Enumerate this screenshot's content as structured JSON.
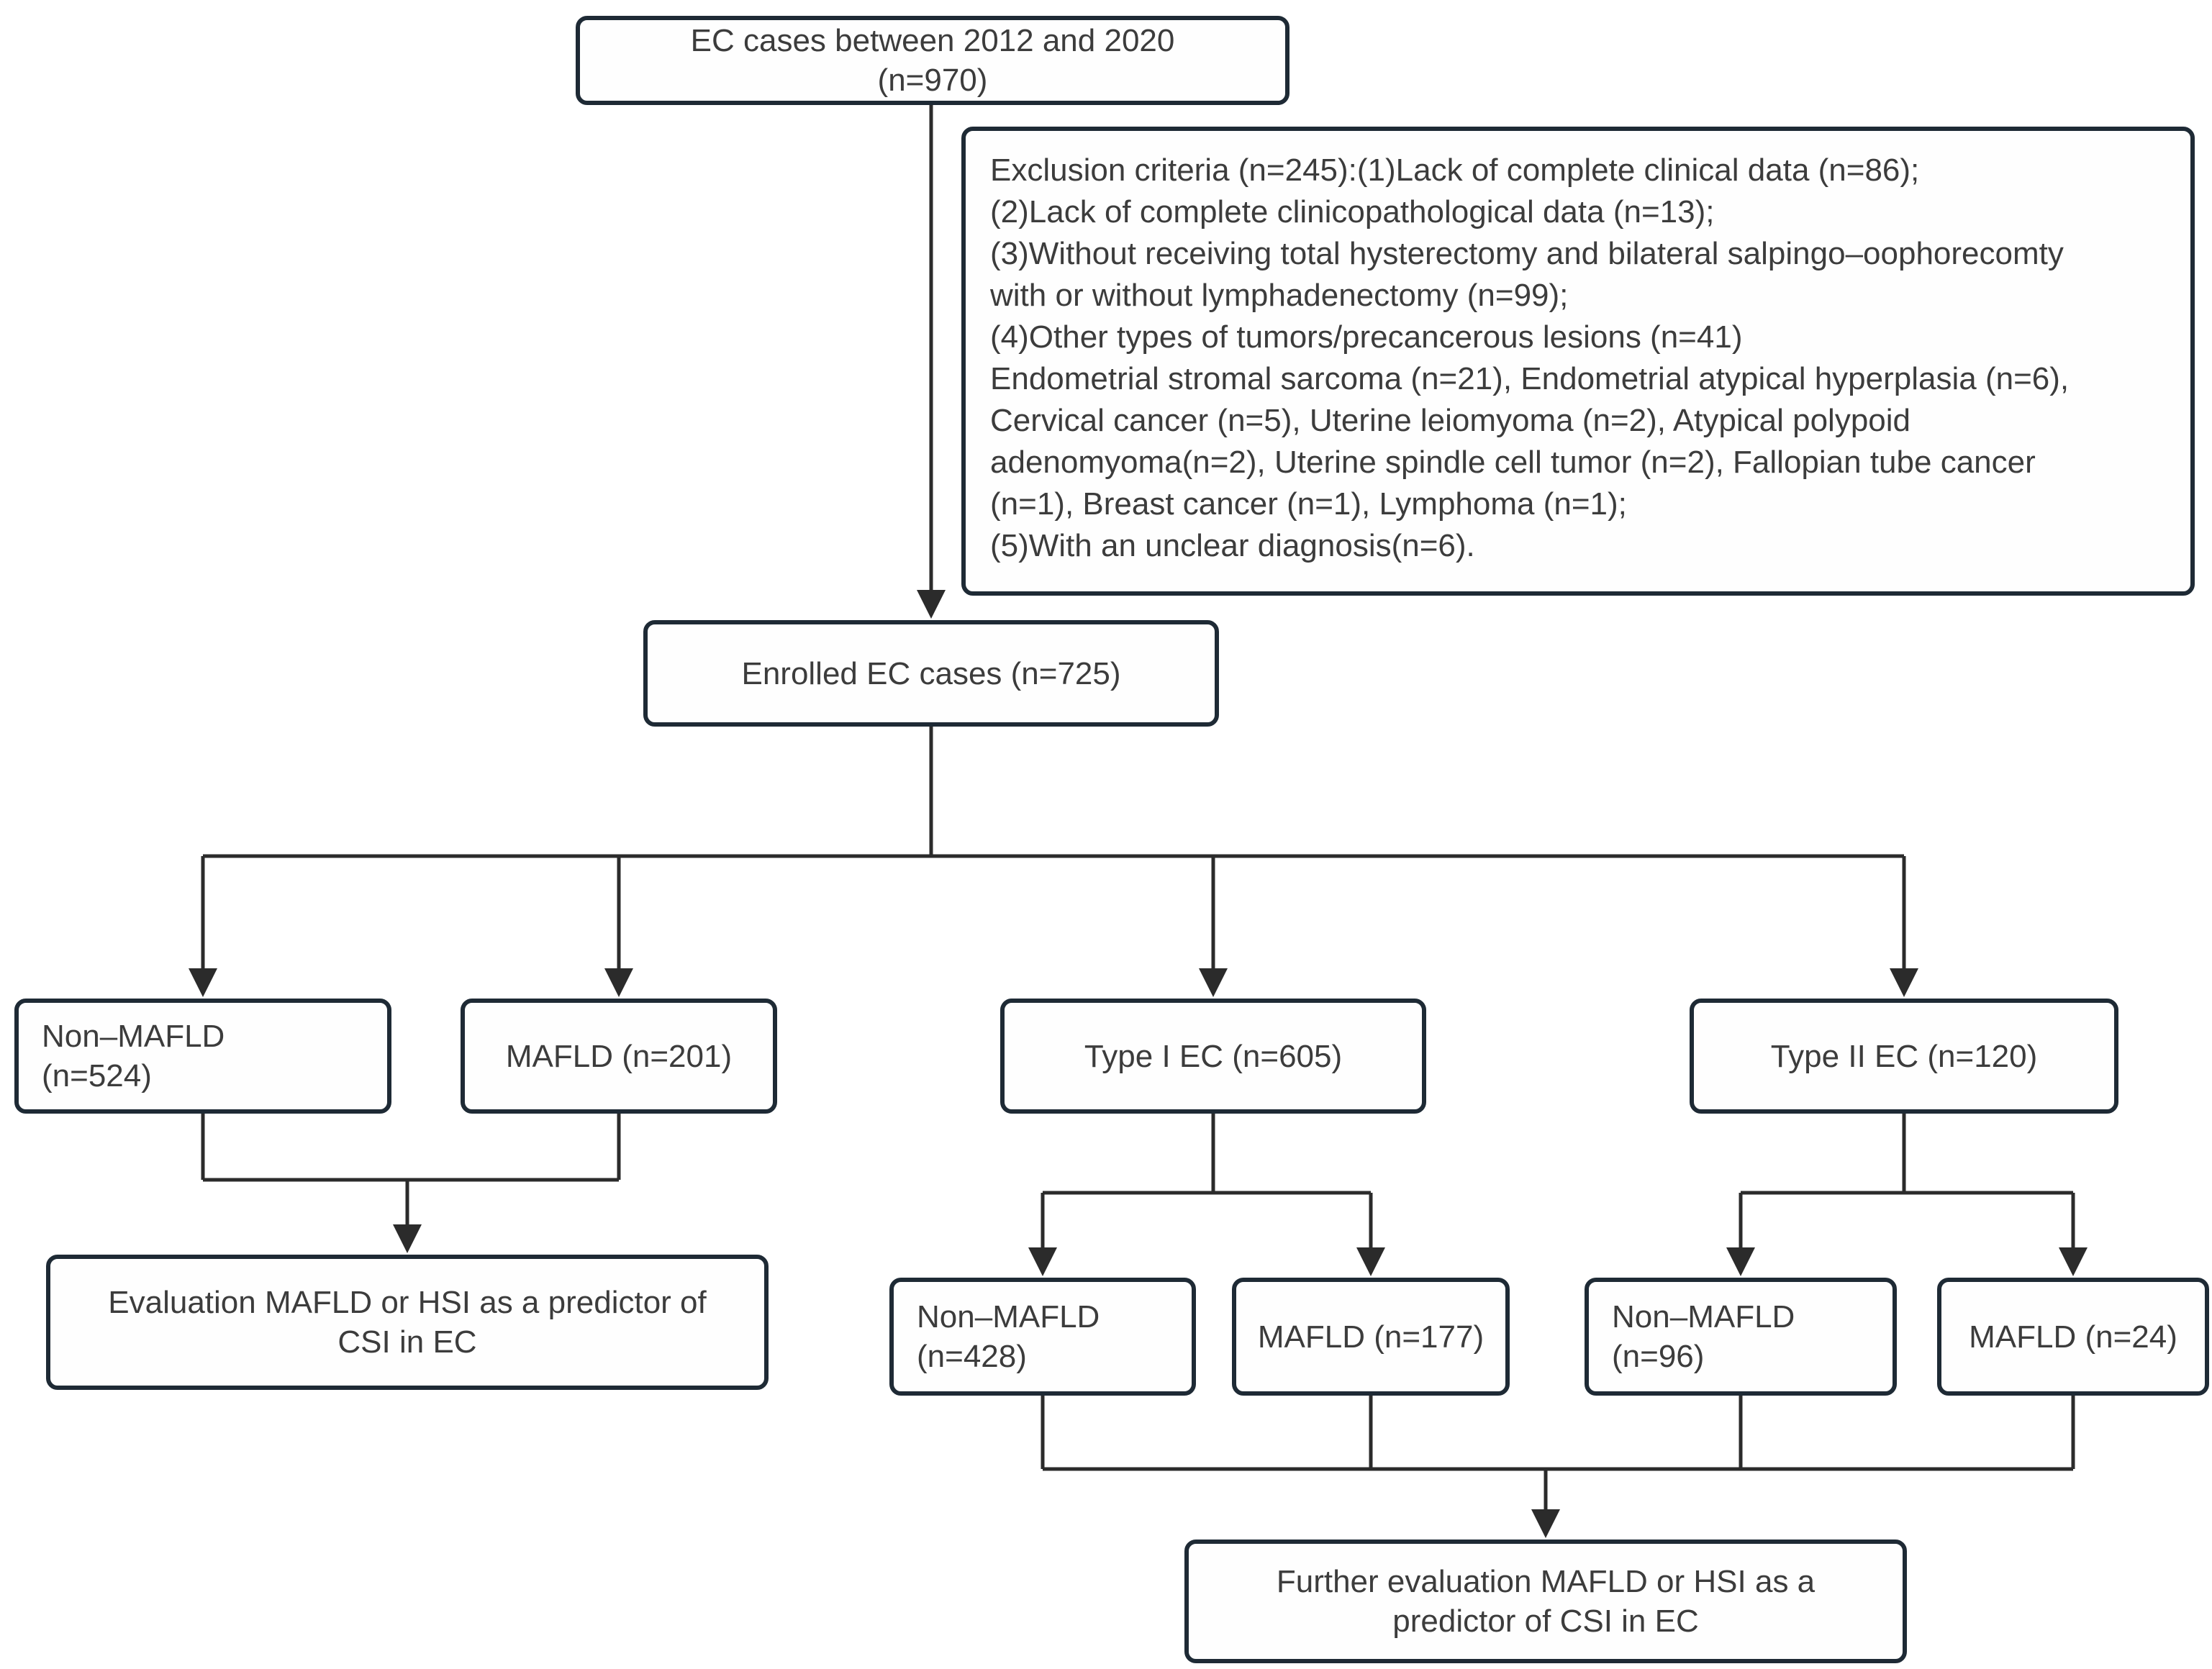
{
  "colors": {
    "background": "#ffffff",
    "box_fill": "#fefefe",
    "box_border": "#1e2a35",
    "connector": "#2b2b2b",
    "text": "#3c3c3c"
  },
  "nodes": {
    "ec_cases": {
      "text": "EC cases between 2012 and 2020\n(n=970)"
    },
    "exclusion": {
      "text": "Exclusion criteria (n=245):(1)Lack of complete clinical data (n=86);\n(2)Lack of complete clinicopathological data (n=13);\n(3)Without receiving total hysterectomy and bilateral salpingo–oophorecomty\nwith or without lymphadenectomy (n=99);\n(4)Other types of tumors/precancerous lesions (n=41)\nEndometrial stromal sarcoma (n=21), Endometrial atypical hyperplasia (n=6),\nCervical cancer (n=5), Uterine leiomyoma (n=2), Atypical polypoid\nadenomyoma(n=2), Uterine spindle cell tumor (n=2), Fallopian tube cancer\n(n=1), Breast cancer (n=1), Lymphoma (n=1);\n(5)With an unclear diagnosis(n=6)."
    },
    "enrolled": {
      "text": "Enrolled EC cases (n=725)"
    },
    "non_mafld_overall": {
      "text": "Non–MAFLD\n(n=524)"
    },
    "mafld_overall": {
      "text": "MAFLD (n=201)"
    },
    "type1_ec": {
      "text": "Type I EC (n=605)"
    },
    "type2_ec": {
      "text": "Type II EC (n=120)"
    },
    "evaluation": {
      "text": "Evaluation MAFLD or HSI as a predictor of\nCSI in EC"
    },
    "type1_non_mafld": {
      "text": "Non–MAFLD\n(n=428)"
    },
    "type1_mafld": {
      "text": "MAFLD (n=177)"
    },
    "type2_non_mafld": {
      "text": "Non–MAFLD\n(n=96)"
    },
    "type2_mafld": {
      "text": "MAFLD (n=24)"
    },
    "further_evaluation": {
      "text": "Further evaluation MAFLD or HSI as a\npredictor of CSI in EC"
    }
  }
}
